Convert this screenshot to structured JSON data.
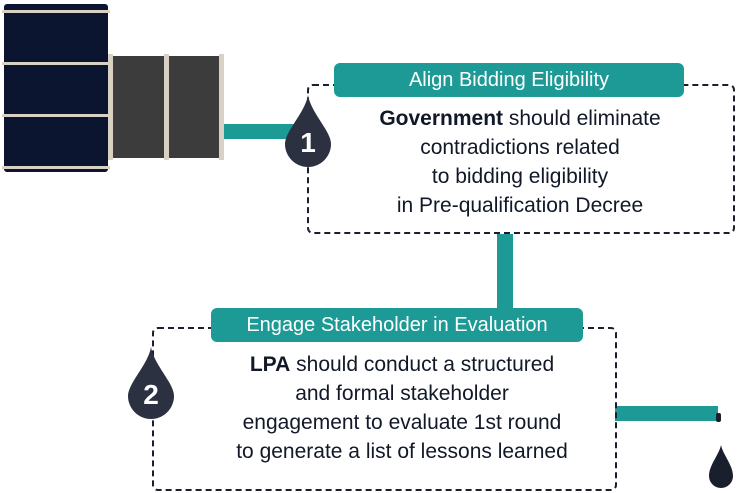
{
  "step1": {
    "number": "1",
    "title": "Align Bidding Eligibility",
    "actor": "Government",
    "line1_rest": " should eliminate",
    "line2": "contradictions related",
    "line3": "to bidding eligibility",
    "line4": "in Pre-qualification Decree"
  },
  "step2": {
    "number": "2",
    "title": "Engage Stakeholder in Evaluation",
    "actor": "LPA",
    "line1_rest": " should conduct a structured",
    "line2": "and formal stakeholder",
    "line3": "engagement to evaluate 1st round",
    "line4": "to generate a list of lessons learned"
  },
  "colors": {
    "teal": "#1e9a96",
    "navy": "#1a1f2e",
    "drop": "#2b3140",
    "barrel_dark": "#0b1530",
    "barrel_grey": "#3c3c3c"
  }
}
